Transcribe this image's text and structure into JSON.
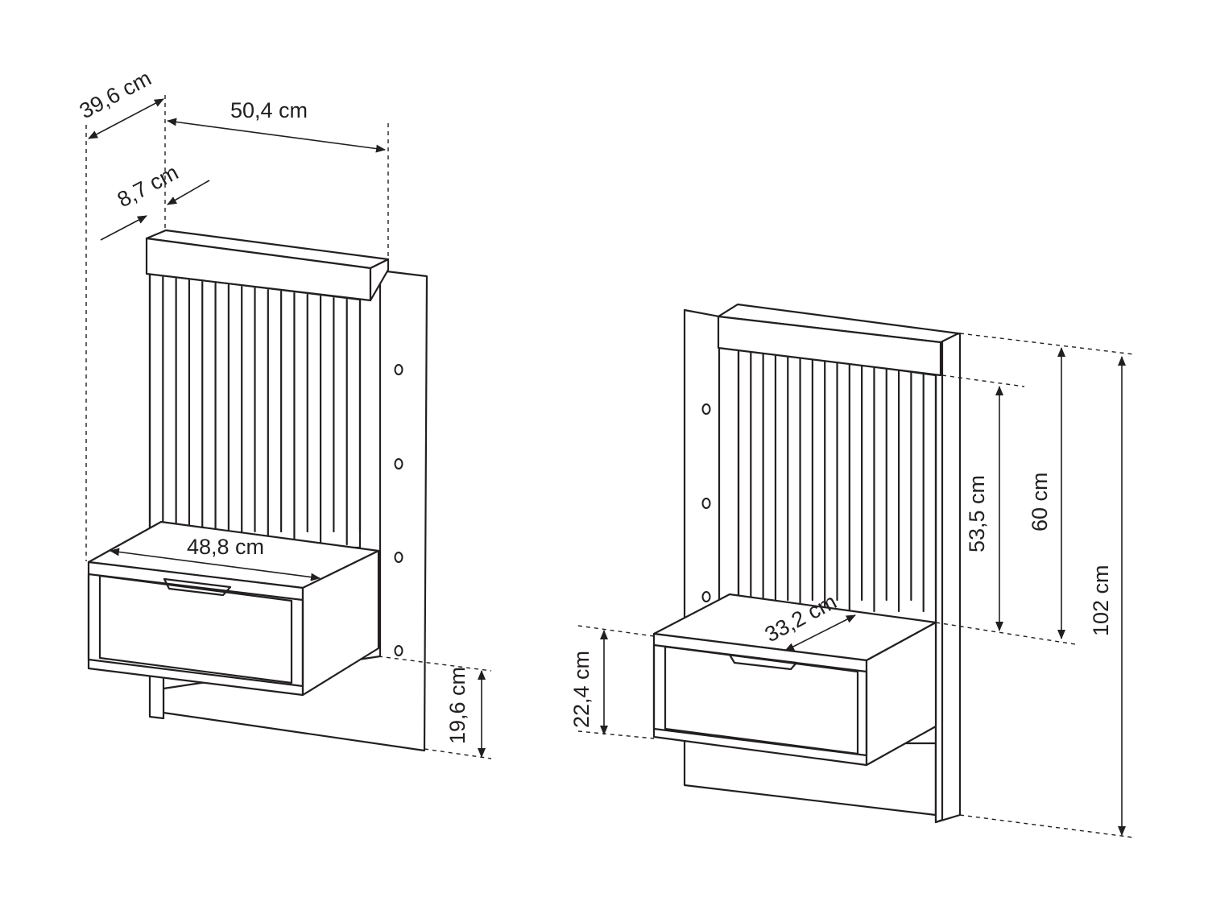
{
  "colors": {
    "line": "#231f20",
    "background": "#ffffff"
  },
  "front_view": {
    "depth_label": "39,6 cm",
    "width_label": "50,4 cm",
    "panel_offset_label": "8,7 cm",
    "drawer_width_label": "48,8 cm",
    "drawer_bottom_label": "19,6 cm"
  },
  "side_view": {
    "drawer_depth_label": "33,2 cm",
    "slats_height_label": "53,5 cm",
    "headboard_height_label": "60 cm",
    "total_height_label": "102 cm",
    "drawer_height_label": "22,4 cm"
  }
}
